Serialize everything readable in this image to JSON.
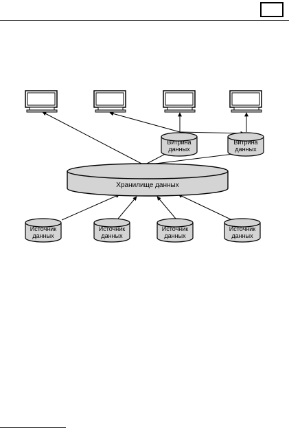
{
  "diagram": {
    "warehouse_label": "Хранилище данных",
    "mart_label_line1": "Витрина",
    "mart_label_line2": "данных",
    "source_label_line1": "Источник",
    "source_label_line2": "данных",
    "colors": {
      "cylinder_fill": "#d4d4d4",
      "stroke": "#000000",
      "screen_fill": "#ffffff"
    }
  }
}
